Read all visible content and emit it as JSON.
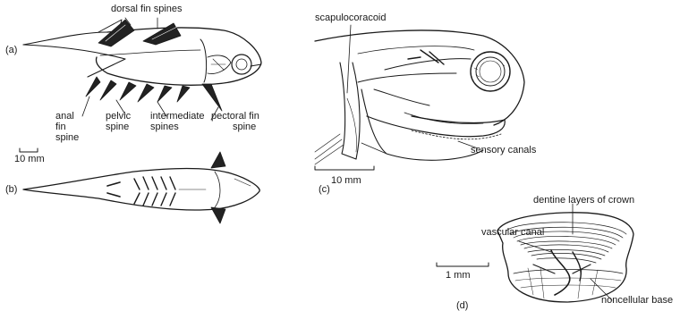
{
  "panels": {
    "a": "(a)",
    "b": "(b)",
    "c": "(c)",
    "d": "(d)"
  },
  "labels": {
    "dorsal_fin_spines": "dorsal fin spines",
    "anal_fin_spine": [
      "anal",
      "fin",
      "spine"
    ],
    "pelvic_spine": [
      "pelvic",
      "spine"
    ],
    "intermediate_spines": [
      "intermediate",
      "spines"
    ],
    "pectoral_fin_spine": [
      "pectoral fin",
      "spine"
    ],
    "scapulocoracoid": "scapulocoracoid",
    "sensory_canals": "sensory canals",
    "dentine_layers": "dentine layers of crown",
    "vascular_canal": "vascular canal",
    "noncellular_base": "noncellular base"
  },
  "scale_bars": {
    "ab": "10 mm",
    "c": "10 mm",
    "d": "1 mm"
  }
}
